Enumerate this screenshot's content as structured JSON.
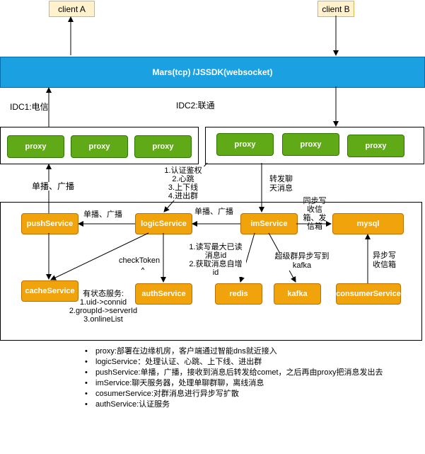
{
  "clients": {
    "a": "client A",
    "b": "client B"
  },
  "gateway": "Mars(tcp) /JSSDK(websocket)",
  "idc": {
    "one": "IDC1:电信",
    "two": "IDC2:联通"
  },
  "proxies": [
    "proxy",
    "proxy",
    "proxy",
    "proxy",
    "proxy",
    "proxy"
  ],
  "services": {
    "push": "pushService",
    "logic": "logicService",
    "im": "imService",
    "mysql": "mysql",
    "cache": "cacheService",
    "auth": "authService",
    "redis": "redis",
    "kafka": "kafka",
    "consumer": "consumerService"
  },
  "edge_labels": {
    "unicast_broadcast_left": "单播、广播",
    "auth_steps": [
      "1.认证鉴权",
      "2.心跳",
      "3.上下线",
      "4.进出群"
    ],
    "forward_chat": [
      "转发聊",
      "天消息"
    ],
    "unicast_broadcast_push": "单播、广播",
    "unicast_broadcast_logic": "单播、广播",
    "sync_write": [
      "同步写",
      "收信",
      "箱、发",
      "信箱"
    ],
    "check_token": "checkToken",
    "redis_ops": [
      "1.读写最大已读",
      "消息id",
      "2.获取消息自增",
      "id"
    ],
    "kafka_ops": [
      "超级群异步写到",
      "kafka"
    ],
    "async_write": [
      "异步写",
      "收信箱"
    ],
    "stateful": [
      "有状态服务:",
      "1.uid->connid",
      "2.groupId->serverId",
      "3.onlineList"
    ]
  },
  "notes": [
    "proxy:部署在边缘机房，客户端通过智能dns就近接入",
    "logicService：处理认证、心跳、上下线、进出群",
    "pushService:单播，广播，接收到消息后转发给comet，之后再由proxy把消息发出去",
    "imService:聊天服务器，处理单聊群聊，离线消息",
    "cosumerService:对群消息进行异步写扩散",
    "authService:认证服务"
  ],
  "colors": {
    "gateway": "#1ba1e2",
    "proxy": "#60a917",
    "service": "#f0a30a",
    "client": "#fff2cc"
  }
}
